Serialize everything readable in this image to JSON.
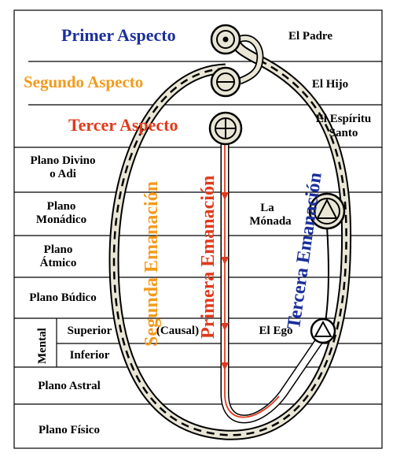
{
  "aspects": [
    {
      "text": "Primer Aspecto",
      "color": "#1a2f9c",
      "right_label": "El Padre"
    },
    {
      "text": "Segundo Aspecto",
      "color": "#f29a1c",
      "right_label": "El Hijo"
    },
    {
      "text": "Tercer Aspecto",
      "color": "#e03a1d",
      "right_label_1": "El Espíritu",
      "right_label_2": "Santo"
    }
  ],
  "planes": {
    "divino_1": "Plano Divino",
    "divino_2": "o Adi",
    "monadico_1": "Plano",
    "monadico_2": "Monádico",
    "atmico_1": "Plano",
    "atmico_2": "Átmico",
    "budico": "Plano Búdico",
    "mental": "Mental",
    "superior": "Superior",
    "inferior": "Inferior",
    "astral": "Plano Astral",
    "fisico": "Plano Físico"
  },
  "labels": {
    "monada_1": "La",
    "monada_2": "Mónada",
    "causal": "(Causal)",
    "ego": "El Ego"
  },
  "emanations": {
    "segunda": {
      "text": "Segunda Emanación",
      "color": "#f29a1c"
    },
    "primera": {
      "text": "Primera Emanación",
      "color": "#e03a1d"
    },
    "tercera": {
      "text": "Tercera Emanación",
      "color": "#1a2f9c"
    }
  }
}
